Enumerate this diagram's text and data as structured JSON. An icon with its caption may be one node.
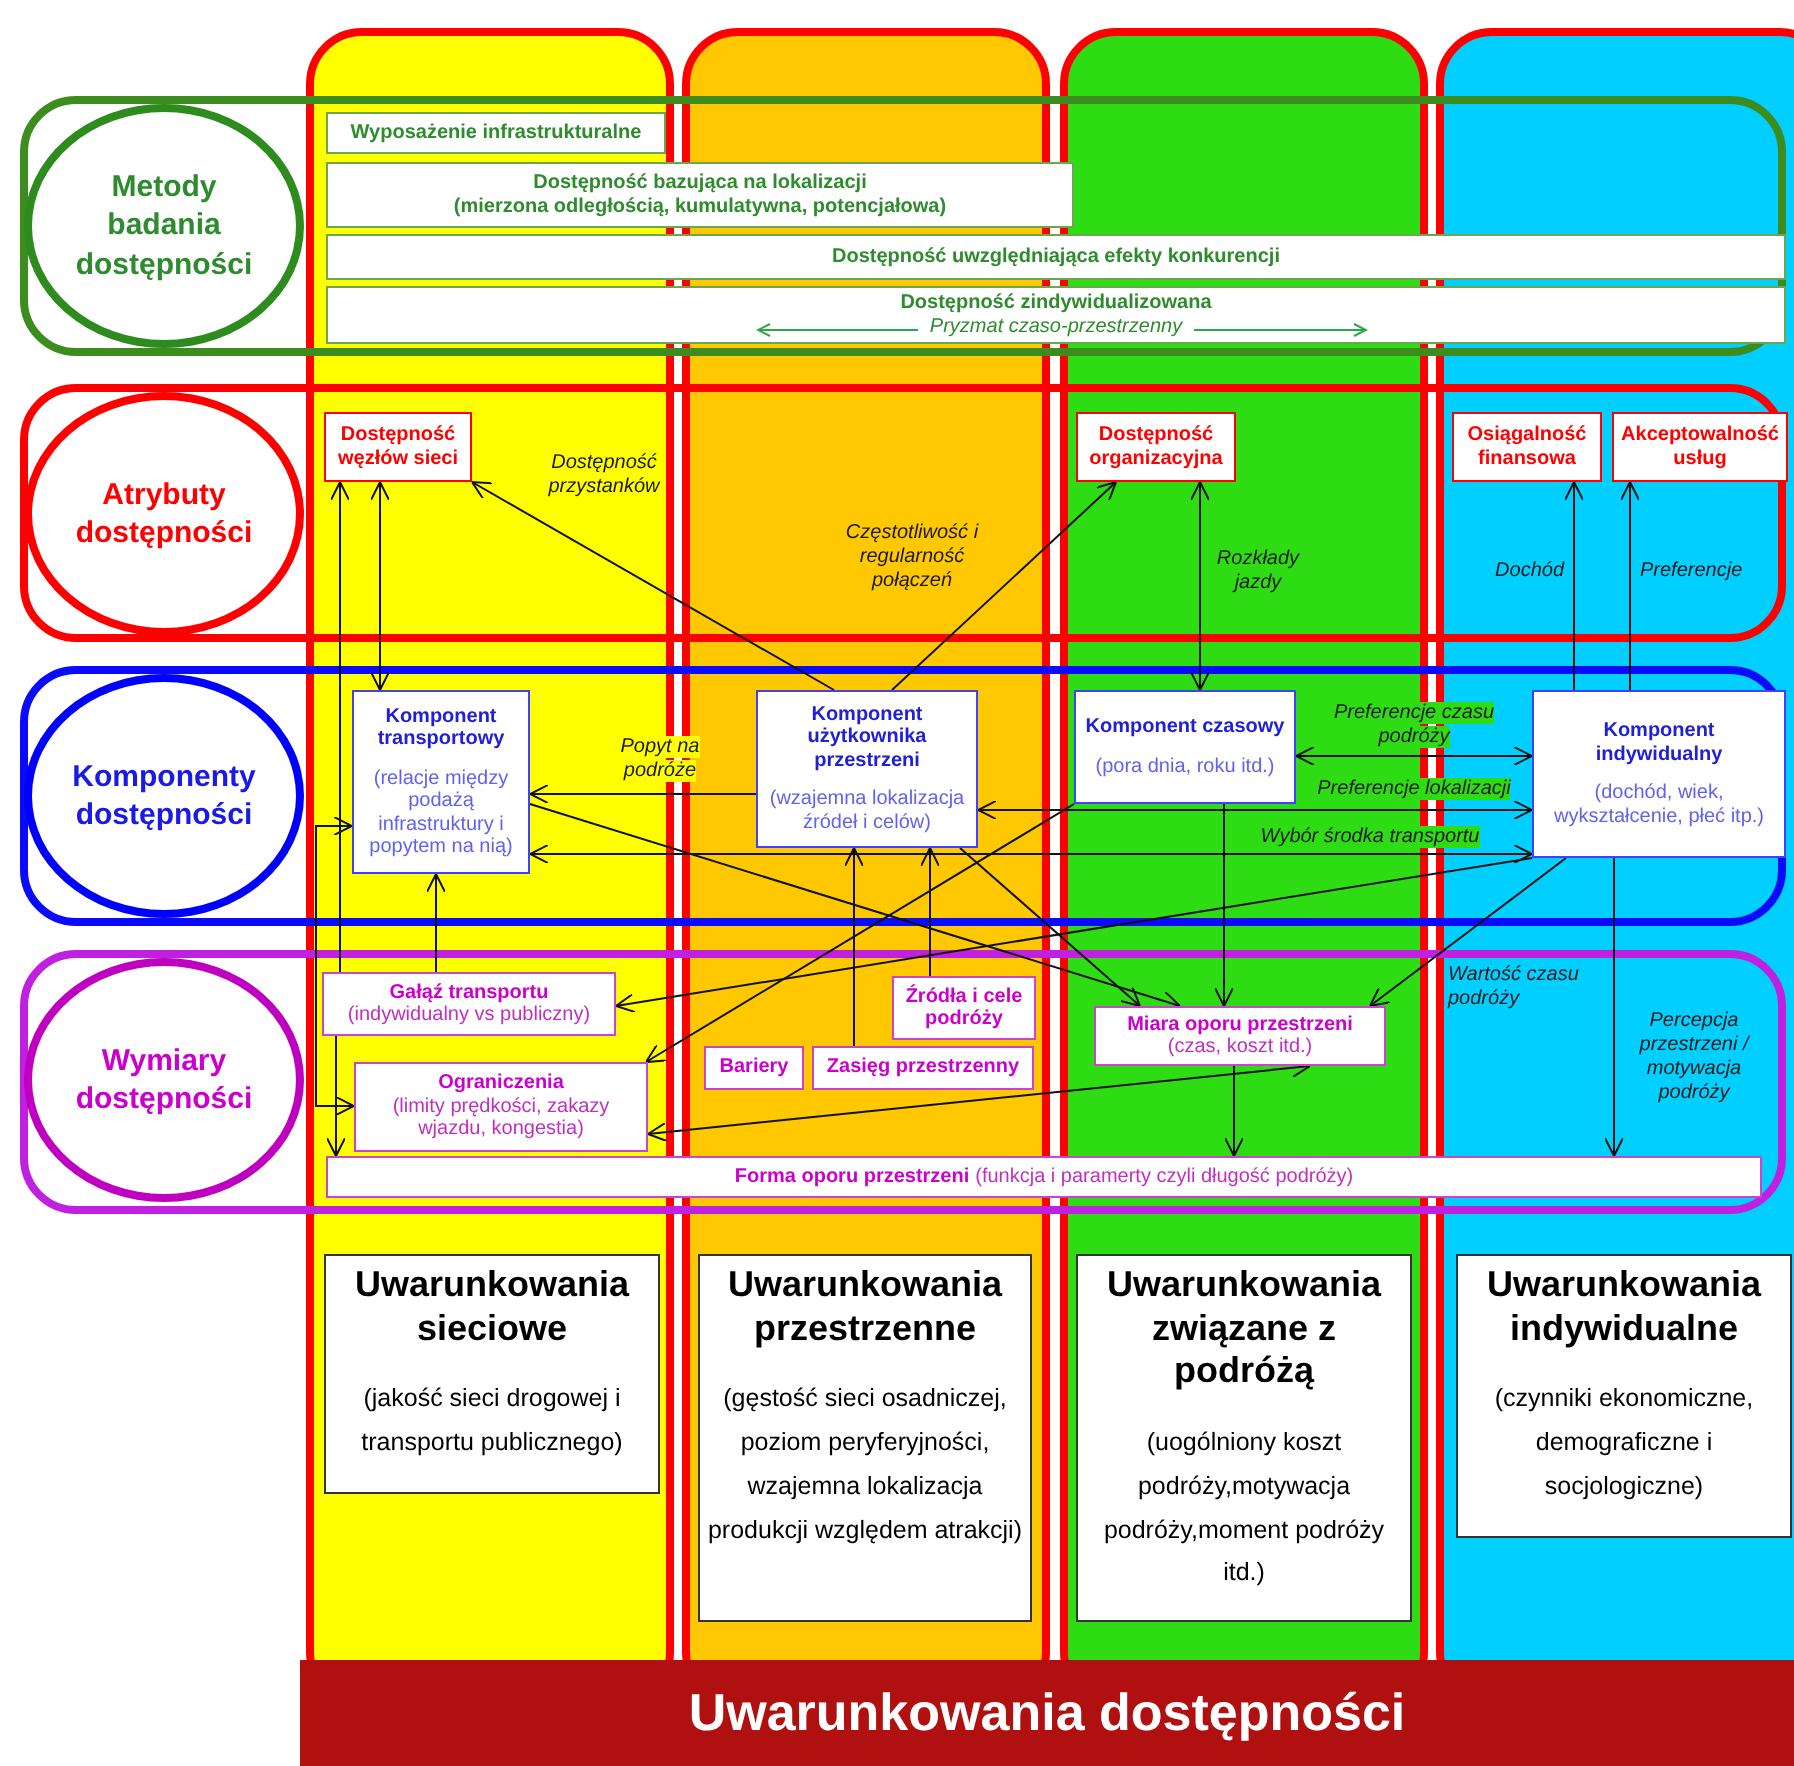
{
  "diagram": {
    "nodes": [
      {
        "text": [
          "Metody badania dostępności"
        ]
      },
      {
        "text": [
          "Wyposażenie infrastrukturalne"
        ]
      },
      {
        "text": [
          "Dostępność bazująca na lokalizacji",
          "(mierzona odległością, kumulatywna, potencjałowa)"
        ]
      },
      {
        "text": [
          "Dostępność uwzględniająca efekty konkurencji"
        ]
      },
      {
        "text": [
          "Dostępność zindywidualizowana",
          "Pryzmat czaso-przestrzenny"
        ]
      },
      {
        "text": [
          "Atrybuty dostępności"
        ]
      },
      {
        "text": [
          "Dostępność węzłów sieci"
        ]
      },
      {
        "text": [
          "Dostępność organizacyjna"
        ]
      },
      {
        "text": [
          "Osiągalność finansowa"
        ]
      },
      {
        "text": [
          "Akceptowalność usług"
        ]
      },
      {
        "text": [
          "Komponenty dostępności"
        ]
      },
      {
        "text": [
          "Komponent transportowy",
          "(relacje między podażą infrastruktury i popytem na nią)"
        ]
      },
      {
        "text": [
          "Komponent użytkownika przestrzeni",
          "(wzajemna lokalizacja źródeł i celów)"
        ]
      },
      {
        "text": [
          "Komponent czasowy",
          "(pora dnia, roku itd.)"
        ]
      },
      {
        "text": [
          "Komponent indywidualny",
          "(dochód, wiek, wykształcenie, płeć itp.)"
        ]
      },
      {
        "text": [
          "Wymiary dostępności"
        ]
      },
      {
        "text": [
          "Gałąź transportu",
          "(indywidualny vs publiczny)"
        ]
      },
      {
        "text": [
          "Źródła i cele podróży"
        ]
      },
      {
        "text": [
          "Miara oporu przestrzeni",
          "(czas, koszt itd.)"
        ]
      },
      {
        "text": [
          "Ograniczenia",
          "(limity prędkości, zakazy wjazdu, kongestia)"
        ]
      },
      {
        "text": [
          "Bariery"
        ]
      },
      {
        "text": [
          "Zasięg przestrzenny"
        ]
      },
      {
        "text": [
          "Forma oporu przestrzeni",
          "(funkcja i paramerty czyli długość podróży)"
        ]
      },
      {
        "text": [
          "Uwarunkowania sieciowe",
          "(jakość sieci drogowej i transportu publicznego)"
        ]
      },
      {
        "text": [
          "Uwarunkowania przestrzenne",
          "(gęstość sieci osadniczej, poziom peryferyjności, wzajemna lokalizacja produkcji względem atrakcji)"
        ]
      },
      {
        "text": [
          "Uwarunkowania związane z podróżą",
          "(uogólniony koszt podróży,motywacja podróży,moment podróży itd.)"
        ]
      },
      {
        "text": [
          "Uwarunkowania indywidualne",
          "(czynniki ekonomiczne, demograficzne i socjologiczne)"
        ]
      },
      {
        "text": [
          "Uwarunkowania dostępności"
        ]
      }
    ],
    "edges": [
      {
        "from": 11,
        "to": 6,
        "arrow": "both"
      },
      {
        "from": 16,
        "to": 6,
        "arrow": "to"
      },
      {
        "from": 16,
        "to": 11,
        "arrow": "to"
      },
      {
        "from": 16,
        "to": 22,
        "arrow": "to"
      },
      {
        "from": 11,
        "to": 19,
        "arrow": "both"
      },
      {
        "from": 12,
        "to": 6,
        "arrow": "to",
        "label": "Dostępność przystanków"
      },
      {
        "from": 12,
        "to": 7,
        "arrow": "to",
        "label": "Częstotliwość i regularność połączeń"
      },
      {
        "from": 12,
        "to": 11,
        "arrow": "to",
        "label": "Popyt na podróże"
      },
      {
        "from": 13,
        "to": 7,
        "arrow": "both",
        "label": "Rozkłady jazdy"
      },
      {
        "from": 14,
        "to": 8,
        "arrow": "to",
        "label": "Dochód"
      },
      {
        "from": 14,
        "to": 9,
        "arrow": "to",
        "label": "Preferencje"
      },
      {
        "from": 13,
        "to": 14,
        "arrow": "both",
        "label": "Preferencje czasu podróży"
      },
      {
        "from": 12,
        "to": 14,
        "arrow": "both",
        "label": "Preferencje lokalizacji"
      },
      {
        "from": 11,
        "to": 14,
        "arrow": "both",
        "label": "Wybór środka transportu"
      },
      {
        "from": 11,
        "to": 18,
        "arrow": "to"
      },
      {
        "from": 12,
        "to": 18,
        "arrow": "to"
      },
      {
        "from": 13,
        "to": 18,
        "arrow": "to"
      },
      {
        "from": 14,
        "to": 18,
        "arrow": "to",
        "label": "Wartość czasu podróży"
      },
      {
        "from": 13,
        "to": 19,
        "arrow": "to"
      },
      {
        "from": 14,
        "to": 16,
        "arrow": "to"
      },
      {
        "from": 18,
        "to": 19,
        "arrow": "both"
      },
      {
        "from": 18,
        "to": 22,
        "arrow": "to"
      },
      {
        "from": 14,
        "to": 22,
        "arrow": "to",
        "label": "Percepcja przestrzeni / motywacja podróży"
      },
      {
        "from": 21,
        "to": 12,
        "arrow": "to"
      },
      {
        "from": 17,
        "to": 12,
        "arrow": "to"
      }
    ]
  }
}
